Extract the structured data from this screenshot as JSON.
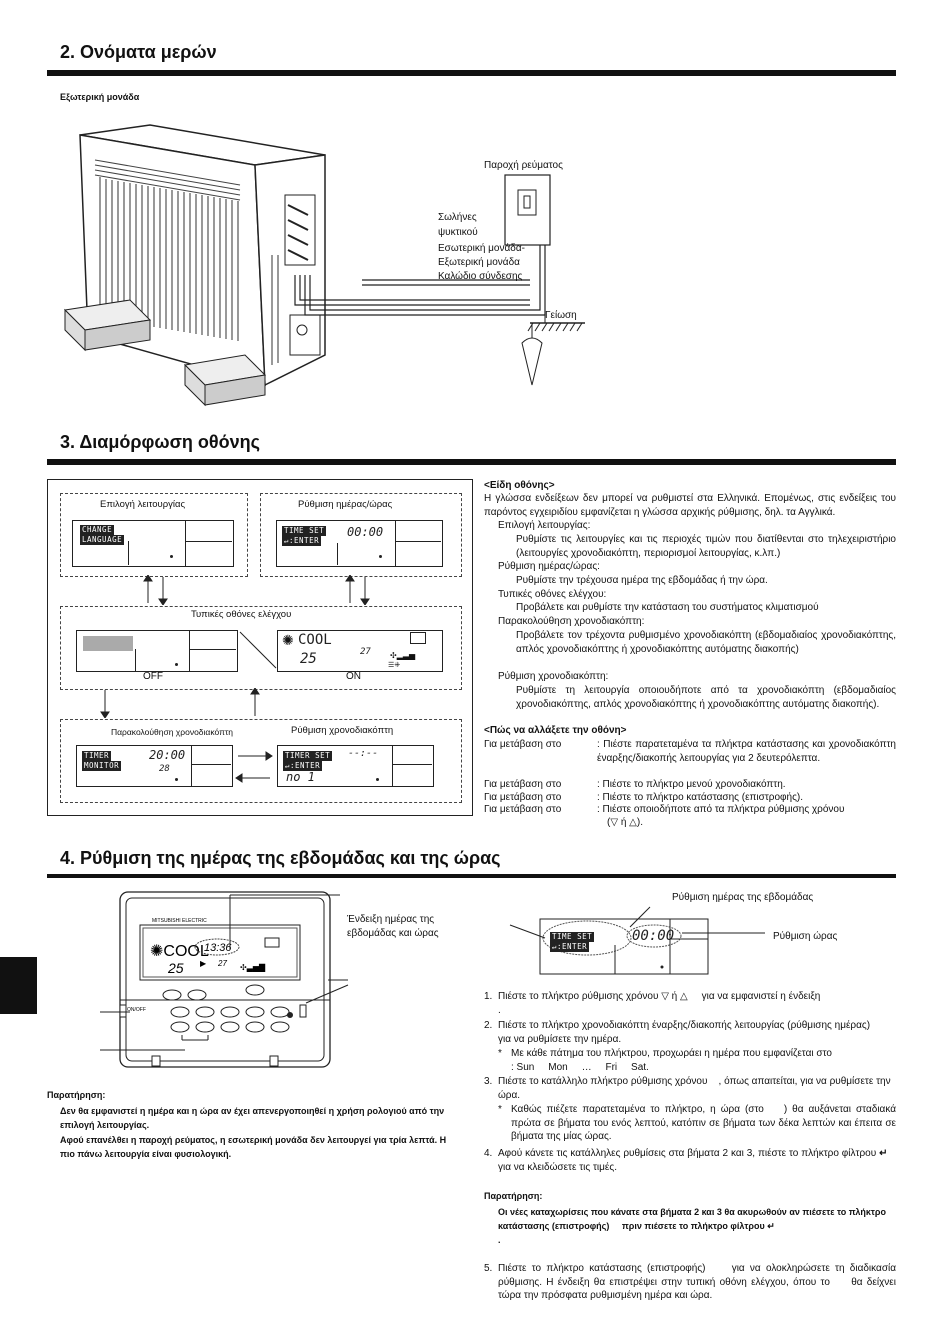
{
  "section2": {
    "title": "2. Ονόματα μερών",
    "outdoor_unit": "Εξωτερική μονάδα",
    "power_supply": "Παροχή ρεύματος",
    "refrigerant_pipes_1": "Σωλήνες",
    "refrigerant_pipes_2": "ψυκτικού",
    "connection_cable_1": "Εσωτερική μονάδα-",
    "connection_cable_2": "Εξωτερική μονάδα",
    "connection_cable_3": "Καλώδιο σύνδεσης",
    "ground": "Γείωση"
  },
  "section3": {
    "title": "3. Διαμόρφωση οθόνης",
    "op_select": "Επιλογή λειτουργίας",
    "change_language_1": "CHANGE",
    "change_language_2": "LANGUAGE",
    "day_time_setting": "Ρύθμιση ημέρας/ώρας",
    "time_set_1": "TIME SET",
    "time_set_2": "↵:ENTER",
    "time_display": "00:00",
    "standard_screens": "Τυπικές οθόνες ελέγχου",
    "off": "OFF",
    "on": "ON",
    "cool": "COOL",
    "temp": "25",
    "room_temp": "27",
    "timer_monitor": "Παρακολούθηση χρονοδιακόπτη",
    "timer_setting": "Ρύθμιση χρονοδιακόπτη",
    "timer_monitor_tag_1": "TIMER",
    "timer_monitor_tag_2": "MONITOR",
    "timer_time": "20:00",
    "timer_small": "28",
    "timer_set_tag_1": "TIMER SET",
    "timer_set_tag_2": "↵:ENTER",
    "timer_dashes": "--:--",
    "timer_no": "no 1",
    "types_header": "<Είδη οθόνης>",
    "types_intro": "Η γλώσσα ενδείξεων δεν μπορεί να ρυθμιστεί στα Ελληνικά. Επομένως, στις ενδείξεις του παρόντος εγχειριδίου εμφανίζεται η γλώσσα αρχικής ρύθμισης, δηλ. τα Αγγλικά.",
    "types": [
      {
        "name": "Επιλογή λειτουργίας:",
        "desc": "Ρυθμίστε τις λειτουργίες και τις περιοχές τιμών που διατίθενται στο τηλεχειριστήριο (λειτουργίες χρονοδιακόπτη, περιορισμοί λειτουργίας, κ.λπ.)"
      },
      {
        "name": "Ρύθμιση ημέρας/ώρας:",
        "desc": "Ρυθμίστε την τρέχουσα ημέρα της εβδομάδας ή την ώρα."
      },
      {
        "name": "Τυπικές οθόνες ελέγχου:",
        "desc": "Προβάλετε και ρυθμίστε την κατάσταση του συστήματος κλιματισμού"
      },
      {
        "name": "Παρακολούθηση χρονοδιακόπτη:",
        "desc": "Προβάλετε τον τρέχοντα ρυθμισμένο χρονοδιακόπτη (εβδομαδιαίος χρονοδιακόπτης, απλός χρονοδιακόπτης ή χρονοδιακόπτης αυτόματης διακοπής)"
      },
      {
        "name": "Ρύθμιση χρονοδιακόπτη:",
        "desc": "Ρυθμίστε τη λειτουργία οποιουδήποτε από τα χρονοδιακόπτη (εβδομαδιαίος χρονοδιακόπτης, απλός χρονοδιακόπτης ή χρονοδιακόπτης αυτόματης διακοπής)."
      }
    ],
    "switch_header": "<Πώς να αλλάξετε την οθόνη>",
    "switch": [
      {
        "to": "Για μετάβαση στο",
        "how": ": Πιέστε παρατεταμένα τα πλήκτρα κατάστασης και χρονοδιακόπτη έναρξης/διακοπής λειτουργίας για 2 δευτερόλεπτα."
      },
      {
        "to": "Για μετάβαση στο",
        "how": ": Πιέστε το πλήκτρο μενού χρονοδιακόπτη."
      },
      {
        "to": "Για μετάβαση στο",
        "how": ": Πιέστε το πλήκτρο κατάστασης (επιστροφής)."
      },
      {
        "to": "Για μετάβαση στο",
        "how": ": Πιέστε οποιοδήποτε από τα πλήκτρα ρύθμισης χρόνου"
      }
    ],
    "switch_last_2": "ή",
    "switch_last_3": ")."
  },
  "section4": {
    "title": "4. Ρύθμιση της ημέρας της εβδομάδας και της ώρας",
    "brand": "MITSUBISHI ELECTRIC",
    "remote_time": "13:36",
    "day_time_indicator_1": "Ένδειξη ημέρας της",
    "day_time_indicator_2": "εβδομάδας και ώρας",
    "day_setting": "Ρύθμιση ημέρας της εβδομάδας",
    "time_setting": "Ρύθμιση ώρας",
    "note_label": "Παρατήρηση:",
    "note_1": "Δεν θα εμφανιστεί η ημέρα και η ώρα αν έχει απενεργοποιηθεί η χρήση ρολογιού από την επιλογή λειτουργίας.",
    "note_2": "Αφού επανέλθει η παροχή ρεύματος, η εσωτερική μονάδα δεν λειτουργεί για τρία λεπτά. Η πιο πάνω λειτουργία είναι φυσιολογική.",
    "steps": [
      {
        "n": "1.",
        "text": "Πιέστε το πλήκτρο ρύθμισης χρόνου",
        "tail": "για να εμφανιστεί η ένδειξη",
        "tail2": "."
      },
      {
        "n": "2.",
        "text": "Πιέστε το πλήκτρο χρονοδιακόπτη έναρξης/διακοπής λειτουργίας (ρύθμισης ημέρας)",
        "tail": "για να ρυθμίσετε την ημέρα."
      },
      {
        "n": "*",
        "text": "Με κάθε πάτημα του πλήκτρου, προχωράει η ημέρα που εμφανίζεται στο",
        "days": ": Sun     Mon     …     Fri     Sat."
      },
      {
        "n": "3.",
        "text": "Πιέστε το κατάλληλο πλήκτρο ρύθμισης χρόνου",
        "tail": ", όπως απαιτείται, για να ρυθμίσετε την ώρα."
      },
      {
        "n": "*",
        "text": "Καθώς πιέζετε παρατεταμένα το πλήκτρο, η ώρα (στο",
        "tail": ") θα αυξάνεται σταδιακά πρώτα σε βήματα του ενός λεπτού, κατόπιν σε βήματα των δέκα λεπτών και έπειτα σε βήματα της μίας ώρας."
      },
      {
        "n": "4.",
        "text": "Αφού κάνετε τις κατάλληλες ρυθμίσεις στα βήματα 2 και 3, πιέστε το πλήκτρο φίλτρου",
        "tail": "για να κλειδώσετε τις τιμές."
      }
    ],
    "note2_label": "Παρατήρηση:",
    "note2_text": "Οι νέες καταχωρίσεις που κάνατε στα βήματα 2 και 3 θα ακυρωθούν αν πιέσετε το πλήκτρο κατάστασης (επιστροφής)",
    "note2_tail": "πριν πιέσετε το πλήκτρο φίλτρου",
    "step5_n": "5.",
    "step5": "Πιέστε το πλήκτρο κατάστασης (επιστροφής)",
    "step5_b": "για να ολοκληρώσετε τη διαδικασία ρύθμισης. Η ένδειξη θα επιστρέψει στην τυπική οθόνη ελέγχου, όπου το",
    "step5_c": "θα δείχνει τώρα την πρόσφατα ρυθμισμένη ημέρα και ώρα."
  }
}
